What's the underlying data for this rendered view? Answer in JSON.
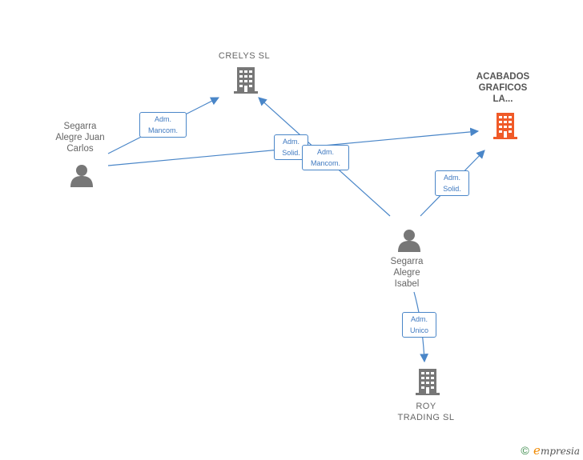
{
  "nodes": {
    "crelys": {
      "label": "CRELYS  SL",
      "type": "company",
      "color": "#777777"
    },
    "acabados": {
      "label": "ACABADOS\nGRAFICOS\nLA...",
      "type": "company",
      "color": "#f05a28"
    },
    "juan_carlos": {
      "label": "Segarra\nAlegre Juan\nCarlos",
      "type": "person",
      "color": "#777777"
    },
    "isabel": {
      "label": "Segarra\nAlegre\nIsabel",
      "type": "person",
      "color": "#777777"
    },
    "roy": {
      "label": "ROY\nTRADING  SL",
      "type": "company",
      "color": "#777777"
    }
  },
  "edges": {
    "jc_crelys": {
      "label": "Adm.\nMancom."
    },
    "isabel_crelys": {
      "label": "Adm.\nSolid."
    },
    "isabel_acabados_mancom": {
      "label": "Adm.\nMancom."
    },
    "isabel_acabados_solid": {
      "label": "Adm.\nSolid."
    },
    "isabel_roy": {
      "label": "Adm.\nUnico"
    }
  },
  "colors": {
    "edge": "#4a86c8",
    "icon": "#777777",
    "highlight": "#f05a28"
  },
  "footer": {
    "copyright": "©",
    "brand_first": "e",
    "brand_rest": "mpresia"
  }
}
